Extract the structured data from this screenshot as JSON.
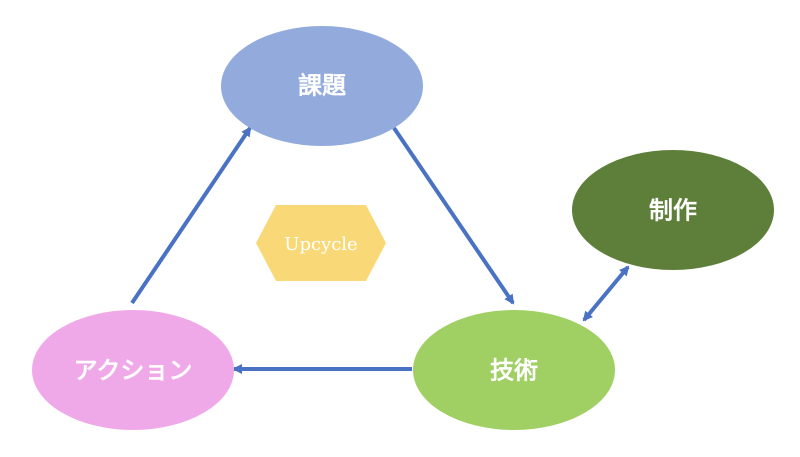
{
  "diagram": {
    "nodes": {
      "kadai": {
        "label": "課題",
        "color": "#92abdc"
      },
      "gijutsu": {
        "label": "技術",
        "color": "#a0cf63"
      },
      "action": {
        "label": "アクション",
        "color": "#f0a9e8"
      },
      "seisaku": {
        "label": "制作",
        "color": "#5e7f3a"
      }
    },
    "center": {
      "label": "Upcycle",
      "color": "#f9d878"
    },
    "arrow_color": "#4a72c4"
  }
}
